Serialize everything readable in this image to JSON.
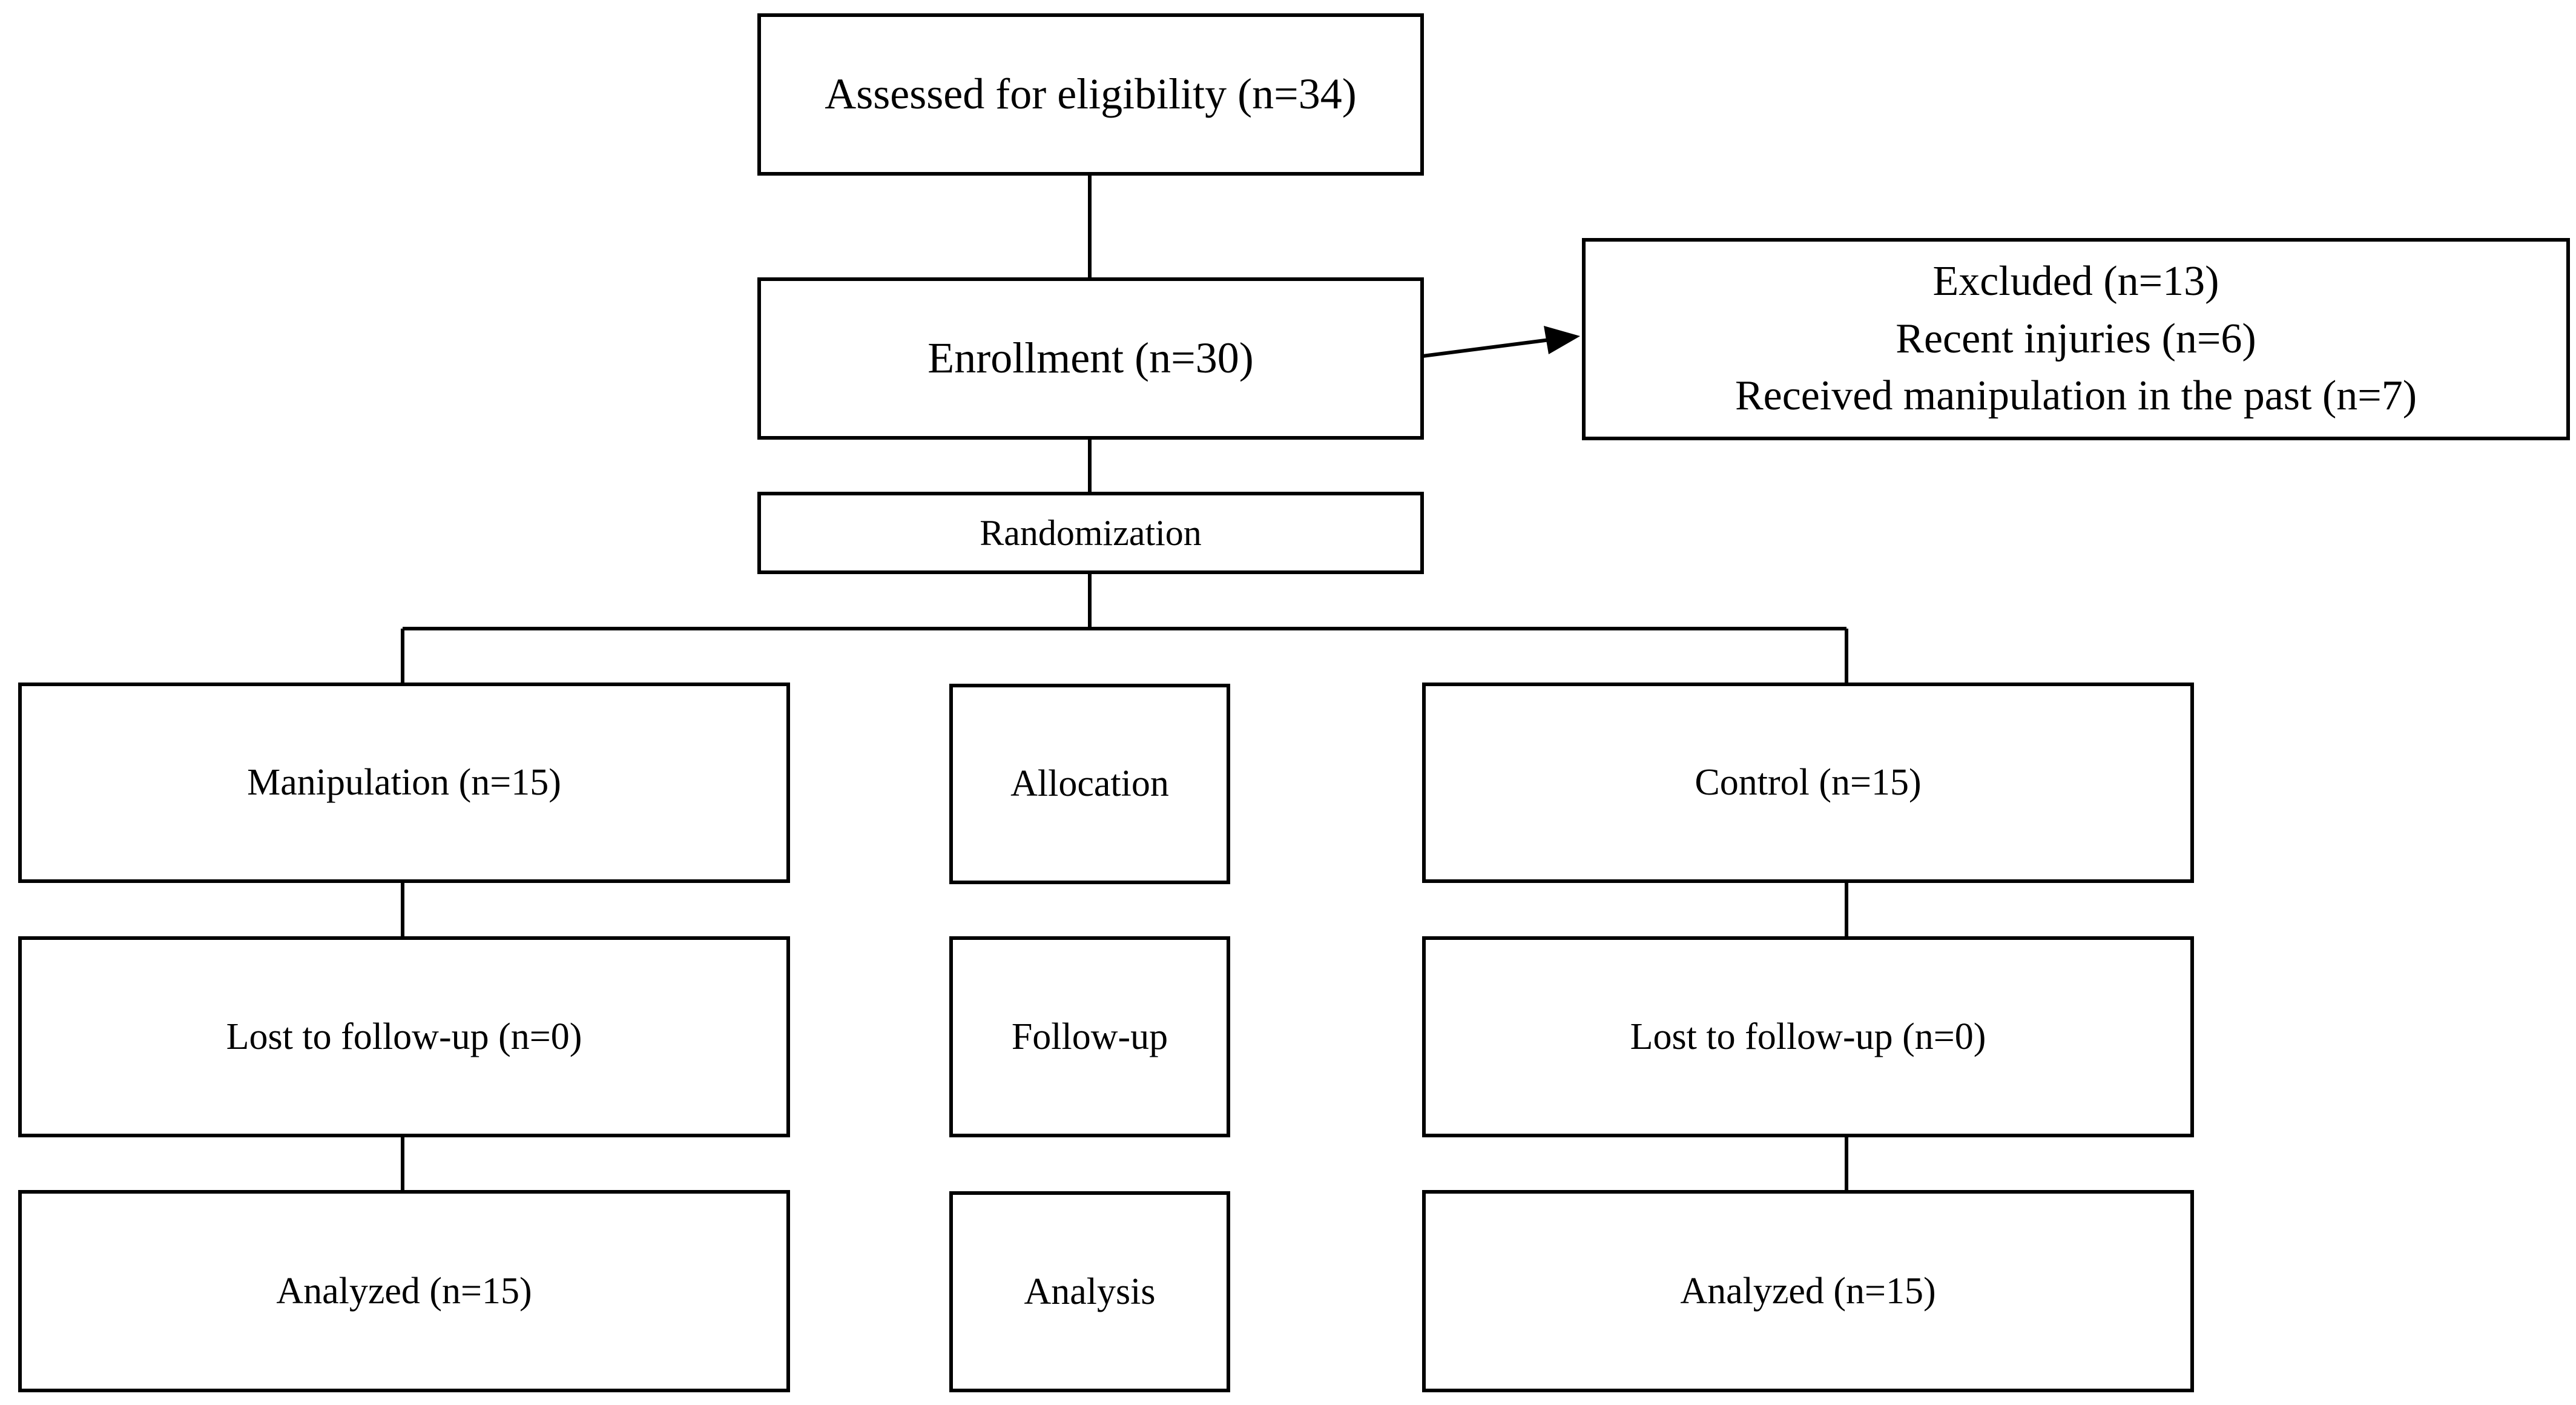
{
  "flowchart": {
    "assessed": "Assessed for eligibility (n=34)",
    "enrollment": "Enrollment (n=30)",
    "excluded": {
      "title": "Excluded (n=13)",
      "items": [
        "Recent injuries (n=6)",
        "Received manipulation in the past (n=7)"
      ]
    },
    "randomization": "Randomization",
    "stages": {
      "allocation": "Allocation",
      "followup": "Follow-up",
      "analysis": "Analysis"
    },
    "manipulation_arm": {
      "allocated": "Manipulation (n=15)",
      "lost": "Lost to follow-up (n=0)",
      "analyzed": "Analyzed (n=15)"
    },
    "control_arm": {
      "allocated": "Control (n=15)",
      "lost": "Lost to follow-up (n=0)",
      "analyzed": "Analyzed (n=15)"
    }
  },
  "colors": {
    "line": "#000000",
    "background": "#ffffff"
  }
}
